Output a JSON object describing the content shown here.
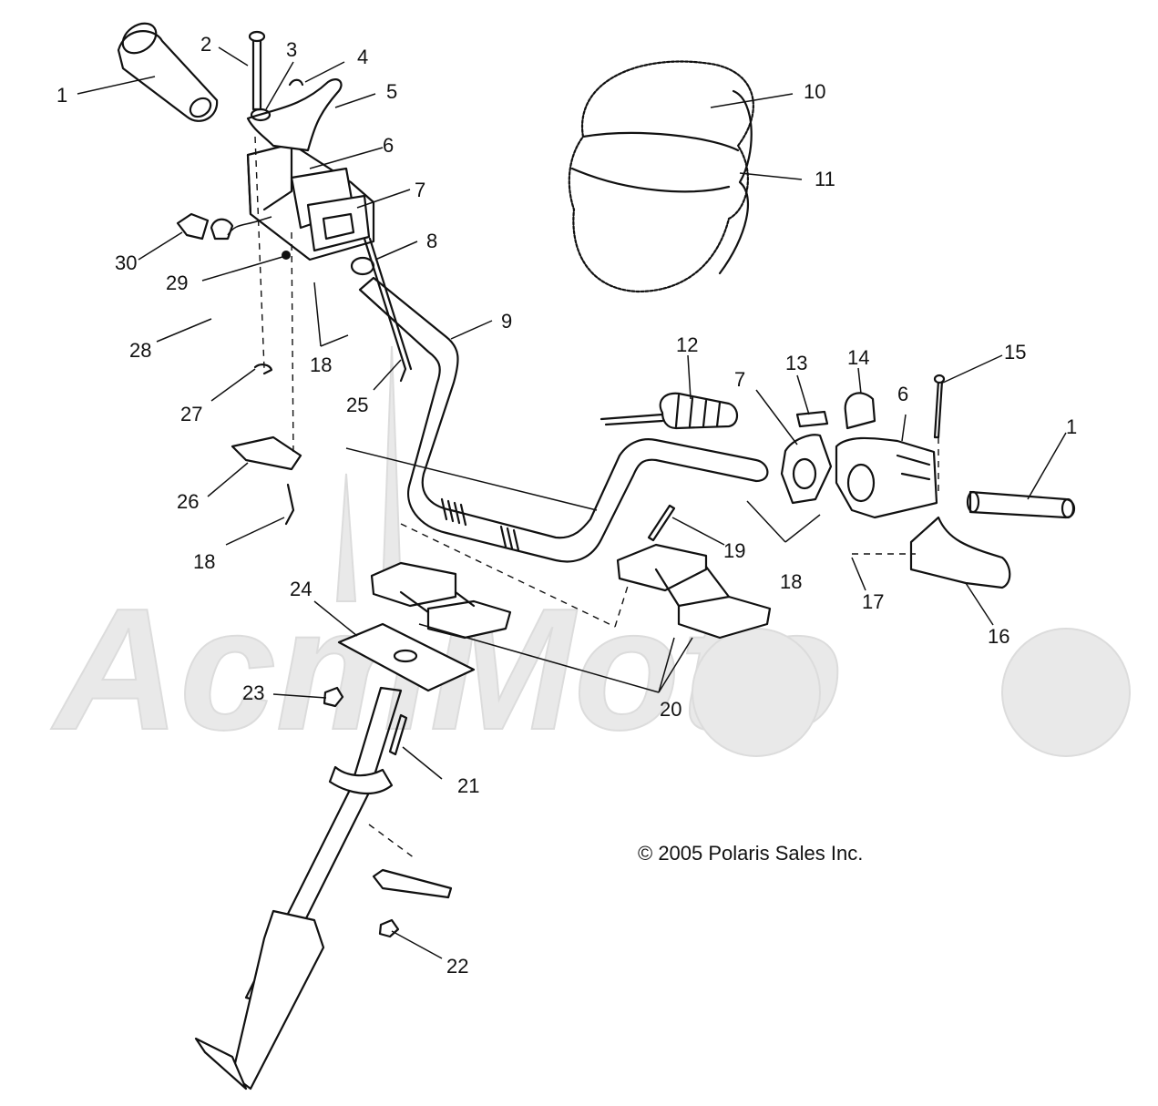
{
  "copyright": "© 2005 Polaris Sales Inc.",
  "watermark": "AcmMoto",
  "callouts": {
    "c1": "1",
    "c2": "2",
    "c3": "3",
    "c4": "4",
    "c5": "5",
    "c6": "6",
    "c7": "7",
    "c8": "8",
    "c9": "9",
    "c10": "10",
    "c11": "11",
    "c12": "12",
    "c13": "13",
    "c14": "14",
    "c15": "15",
    "c1b": "1",
    "c6b": "6",
    "c7b": "7",
    "c16": "16",
    "c17": "17",
    "c18a": "18",
    "c18b": "18",
    "c18c": "18",
    "c19": "19",
    "c20": "20",
    "c21": "21",
    "c22": "22",
    "c23": "23",
    "c24": "24",
    "c25": "25",
    "c26": "26",
    "c27": "27",
    "c28": "28",
    "c29": "29",
    "c30": "30"
  },
  "colors": {
    "line": "#111111",
    "watermark": "#e9e9e9",
    "background": "#ffffff"
  }
}
